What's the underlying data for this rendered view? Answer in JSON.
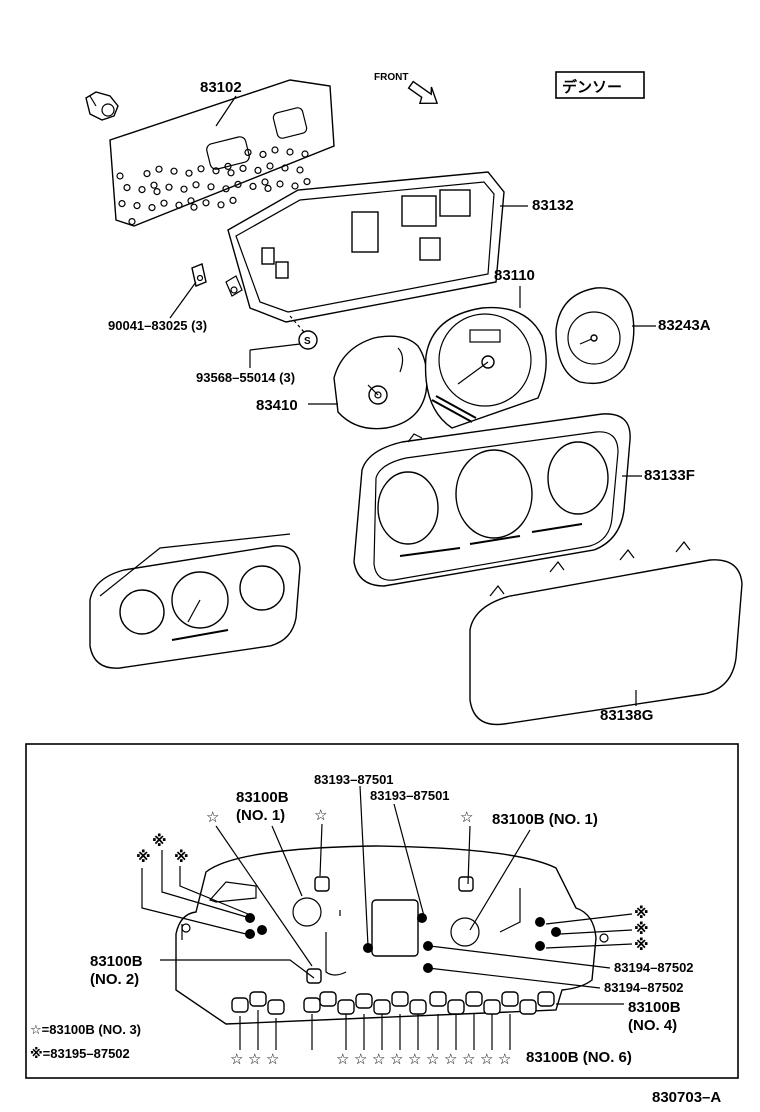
{
  "header": {
    "front_label": "FRONT",
    "brand_box": "デンソー"
  },
  "parts": {
    "p83102": "83102",
    "p83132": "83132",
    "p83110": "83110",
    "p83243A": "83243A",
    "p90041": "90041–83025 (3)",
    "p93568": "93568–55014 (3)",
    "p83410": "83410",
    "p83133F": "83133F",
    "p83138G": "83138G",
    "s_symbol": "S"
  },
  "inset": {
    "label_83193_a": "83193–87501",
    "label_83193_b": "83193–87501",
    "label_83100B_no1_left_a": "83100B",
    "label_83100B_no1_left_b": "(NO. 1)",
    "label_83100B_no1_right": "83100B  (NO. 1)",
    "label_83100B_no2_a": "83100B",
    "label_83100B_no2_b": "(NO. 2)",
    "label_83194_a": "83194–87502",
    "label_83194_b": "83194–87502",
    "label_83100B_no4_a": "83100B",
    "label_83100B_no4_b": "(NO. 4)",
    "label_83100B_no6": "83100B (NO. 6)",
    "legend_star": "☆=83100B (NO. 3)",
    "legend_kome": "※=83195–87502",
    "star_glyph": "☆",
    "kome_glyph": "※"
  },
  "footer": {
    "diagram_code": "830703–A"
  }
}
